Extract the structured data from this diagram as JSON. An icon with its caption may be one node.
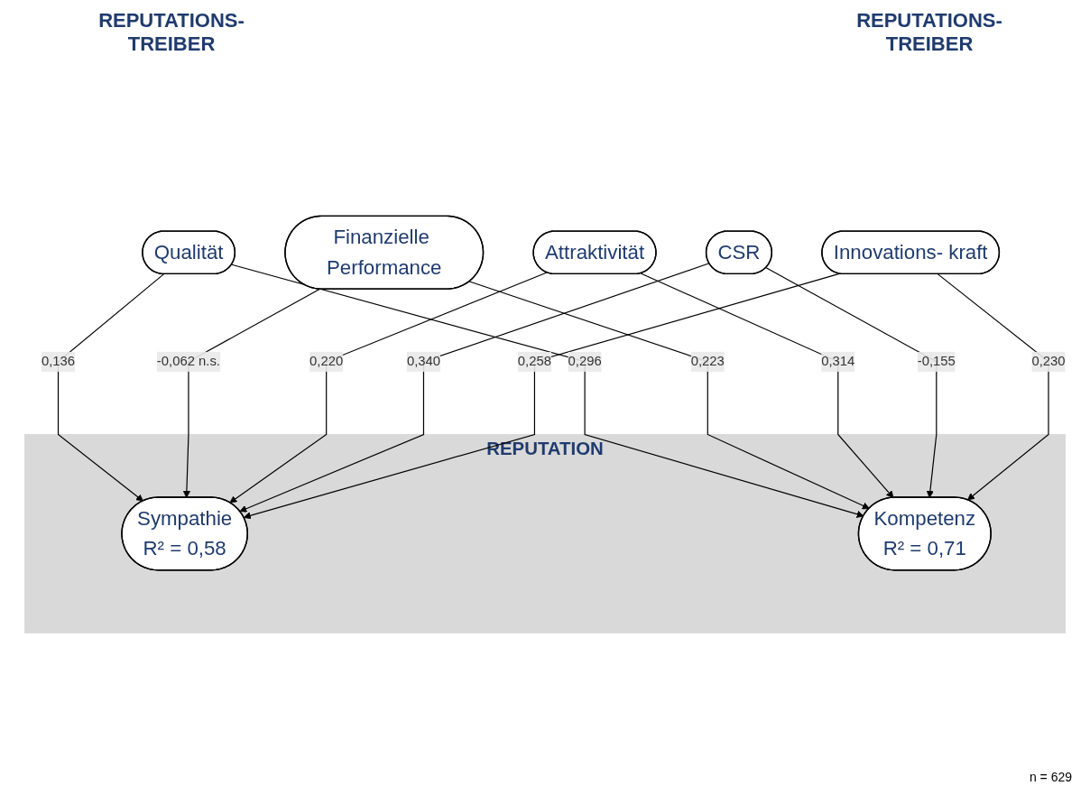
{
  "diagram": {
    "nodes": [
      {
        "text": [
          "Qualität"
        ]
      },
      {
        "text": [
          "Finanzielle Performance"
        ]
      },
      {
        "text": [
          "Attraktivität"
        ]
      },
      {
        "text": [
          "REPUTATION"
        ]
      },
      {
        "text": [
          "Sympathie",
          "R² = 0,58"
        ],
        "in": 3
      },
      {
        "text": [
          "Kompetenz",
          "R² = 0,71"
        ],
        "in": 3
      },
      {
        "text": [
          "CSR"
        ]
      },
      {
        "text": [
          "Innovations- kraft"
        ]
      }
    ],
    "edges": [
      {
        "from": 0,
        "to": 4,
        "arrow": "to",
        "label": "0,136"
      },
      {
        "from": 0,
        "to": 5,
        "arrow": "to",
        "label": "0,296"
      },
      {
        "from": 1,
        "to": 4,
        "arrow": "to",
        "label": "-0,062 n.s."
      },
      {
        "from": 1,
        "to": 5,
        "arrow": "to",
        "label": "0,223"
      },
      {
        "from": 2,
        "to": 4,
        "arrow": "to",
        "label": "0,220"
      },
      {
        "from": 2,
        "to": 5,
        "arrow": "to",
        "label": "0,314"
      },
      {
        "from": 6,
        "to": 4,
        "arrow": "to",
        "label": "0,340"
      },
      {
        "from": 6,
        "to": 5,
        "arrow": "to",
        "label": "-0,155"
      },
      {
        "from": 7,
        "to": 4,
        "arrow": "to",
        "label": "0,258"
      },
      {
        "from": 7,
        "to": 5,
        "arrow": "to",
        "label": "0,230"
      }
    ],
    "labels": [
      "REPUTATIONS- TREIBER",
      "REPUTATIONS- TREIBER",
      "n = 629"
    ]
  }
}
